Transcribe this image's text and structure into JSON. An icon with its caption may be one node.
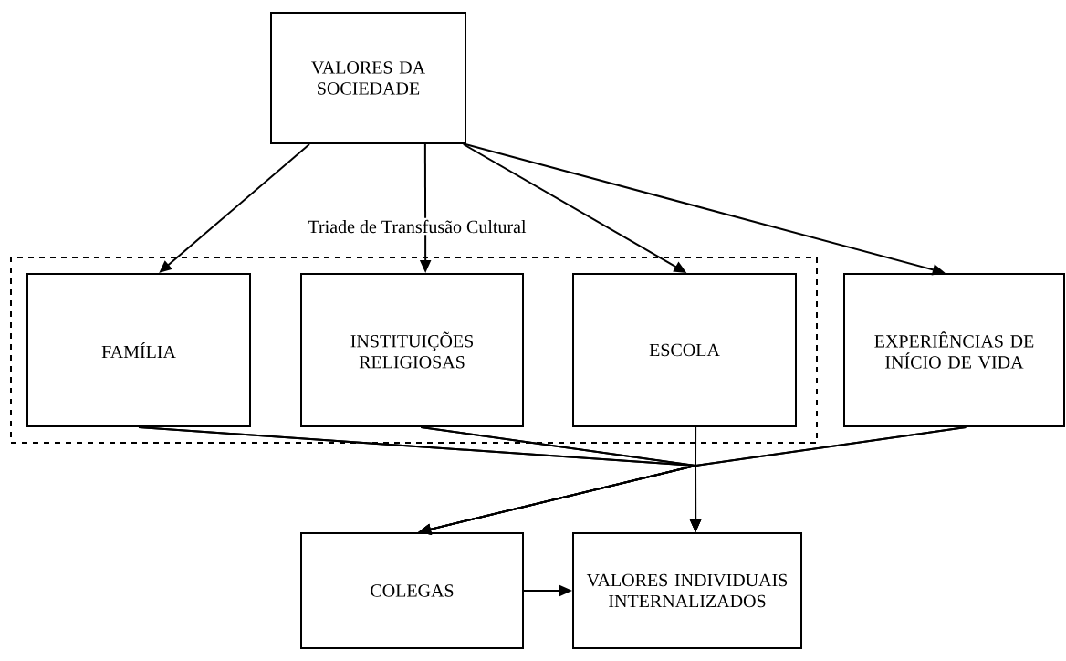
{
  "diagram": {
    "nodes": [
      {
        "text": [
          "VALORES DA SOCIEDADE"
        ]
      },
      {
        "text": [
          "Triade de Transfusão Cultural"
        ]
      },
      {
        "text": [
          "FAMÍLIA"
        ],
        "in": 1
      },
      {
        "text": [
          "INSTITUIÇÕES RELIGIOSAS"
        ],
        "in": 1
      },
      {
        "text": [
          "ESCOLA"
        ],
        "in": 1
      },
      {
        "text": [
          "EXPERIÊNCIAS DE INÍCIO DE VIDA"
        ]
      },
      {
        "text": [
          "COLEGAS"
        ]
      },
      {
        "text": [
          "VALORES INDIVIDUAIS INTERNALIZADOS"
        ]
      }
    ],
    "edges": [
      {
        "from": 0,
        "to": 2,
        "arrow": "to"
      },
      {
        "from": 0,
        "to": 3,
        "arrow": "to"
      },
      {
        "from": 0,
        "to": 4,
        "arrow": "to"
      },
      {
        "from": 0,
        "to": 5,
        "arrow": "to"
      },
      {
        "from": 2,
        "to": 6,
        "arrow": "to"
      },
      {
        "from": 3,
        "to": 6,
        "arrow": "to"
      },
      {
        "from": 4,
        "to": 6,
        "arrow": "to"
      },
      {
        "from": 5,
        "to": 6,
        "arrow": "to"
      },
      {
        "from": 2,
        "to": 7,
        "arrow": "to"
      },
      {
        "from": 3,
        "to": 7,
        "arrow": "to"
      },
      {
        "from": 4,
        "to": 7,
        "arrow": "to"
      },
      {
        "from": 5,
        "to": 7,
        "arrow": "to"
      },
      {
        "from": 6,
        "to": 7,
        "arrow": "to"
      }
    ]
  }
}
